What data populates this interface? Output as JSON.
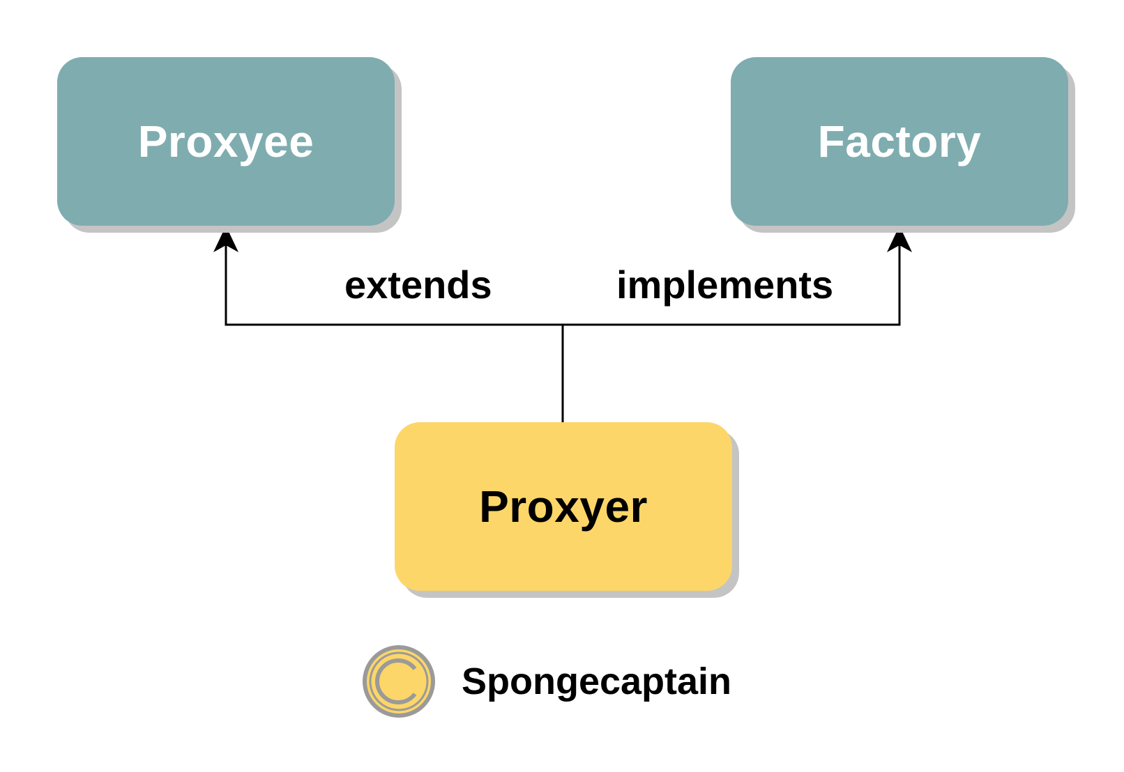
{
  "nodes": {
    "proxyee": {
      "label": "Proxyee",
      "fill": "#7FACAF",
      "text_color": "#FFFFFF"
    },
    "factory": {
      "label": "Factory",
      "fill": "#7FACAF",
      "text_color": "#FFFFFF"
    },
    "proxyer": {
      "label": "Proxyer",
      "fill": "#FCD668",
      "text_color": "#000000"
    }
  },
  "edges": {
    "extends": {
      "label": "extends",
      "from": "Proxyer",
      "to": "Proxyee"
    },
    "implements": {
      "label": "implements",
      "from": "Proxyer",
      "to": "Factory"
    }
  },
  "colors": {
    "shadow": "#C4C4C4",
    "line": "#000000",
    "logo_ring": "#9A9A9A",
    "logo_fill": "#FCD668"
  },
  "watermark": {
    "icon": "copyright-icon",
    "text": "Spongecaptain"
  }
}
